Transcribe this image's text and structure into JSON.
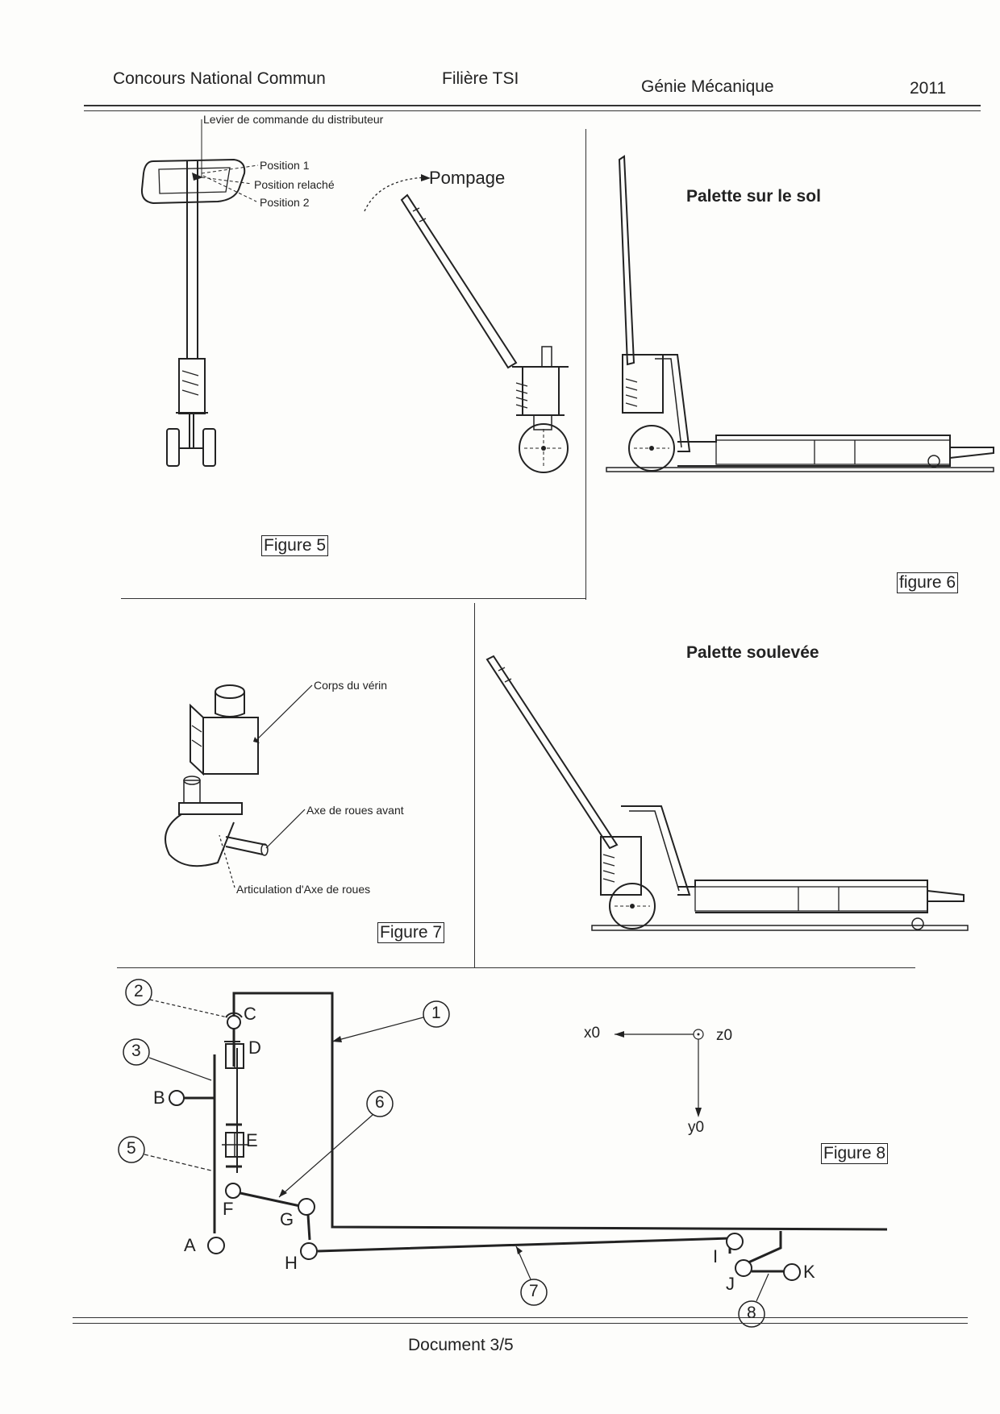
{
  "header": {
    "left": "Concours National Commun",
    "center": "Filière TSI",
    "right": "Génie Mécanique",
    "year": "2011"
  },
  "figure5": {
    "caption": "Figure 5",
    "label_lever": "Levier de commande du distributeur",
    "label_pos1": "Position 1",
    "label_relache": "Position relaché",
    "label_pos2": "Position 2",
    "label_pompage": "Pompage"
  },
  "figure6": {
    "caption": "figure 6",
    "title": "Palette sur le sol"
  },
  "figure7": {
    "caption": "Figure 7",
    "label_corps": "Corps du vérin",
    "label_axe": "Axe de roues avant",
    "label_articulation": "Articulation d'Axe de roues"
  },
  "figure_lifted": {
    "title": "Palette soulevée"
  },
  "figure8": {
    "caption": "Figure 8",
    "numbers": [
      "1",
      "2",
      "3",
      "5",
      "6",
      "7",
      "8"
    ],
    "points": [
      "A",
      "B",
      "C",
      "D",
      "E",
      "F",
      "G",
      "H",
      "I",
      "J",
      "K"
    ],
    "axes": {
      "x": "x0",
      "y": "y0",
      "z": "z0"
    }
  },
  "footer": {
    "doc": "Document 3/5"
  }
}
